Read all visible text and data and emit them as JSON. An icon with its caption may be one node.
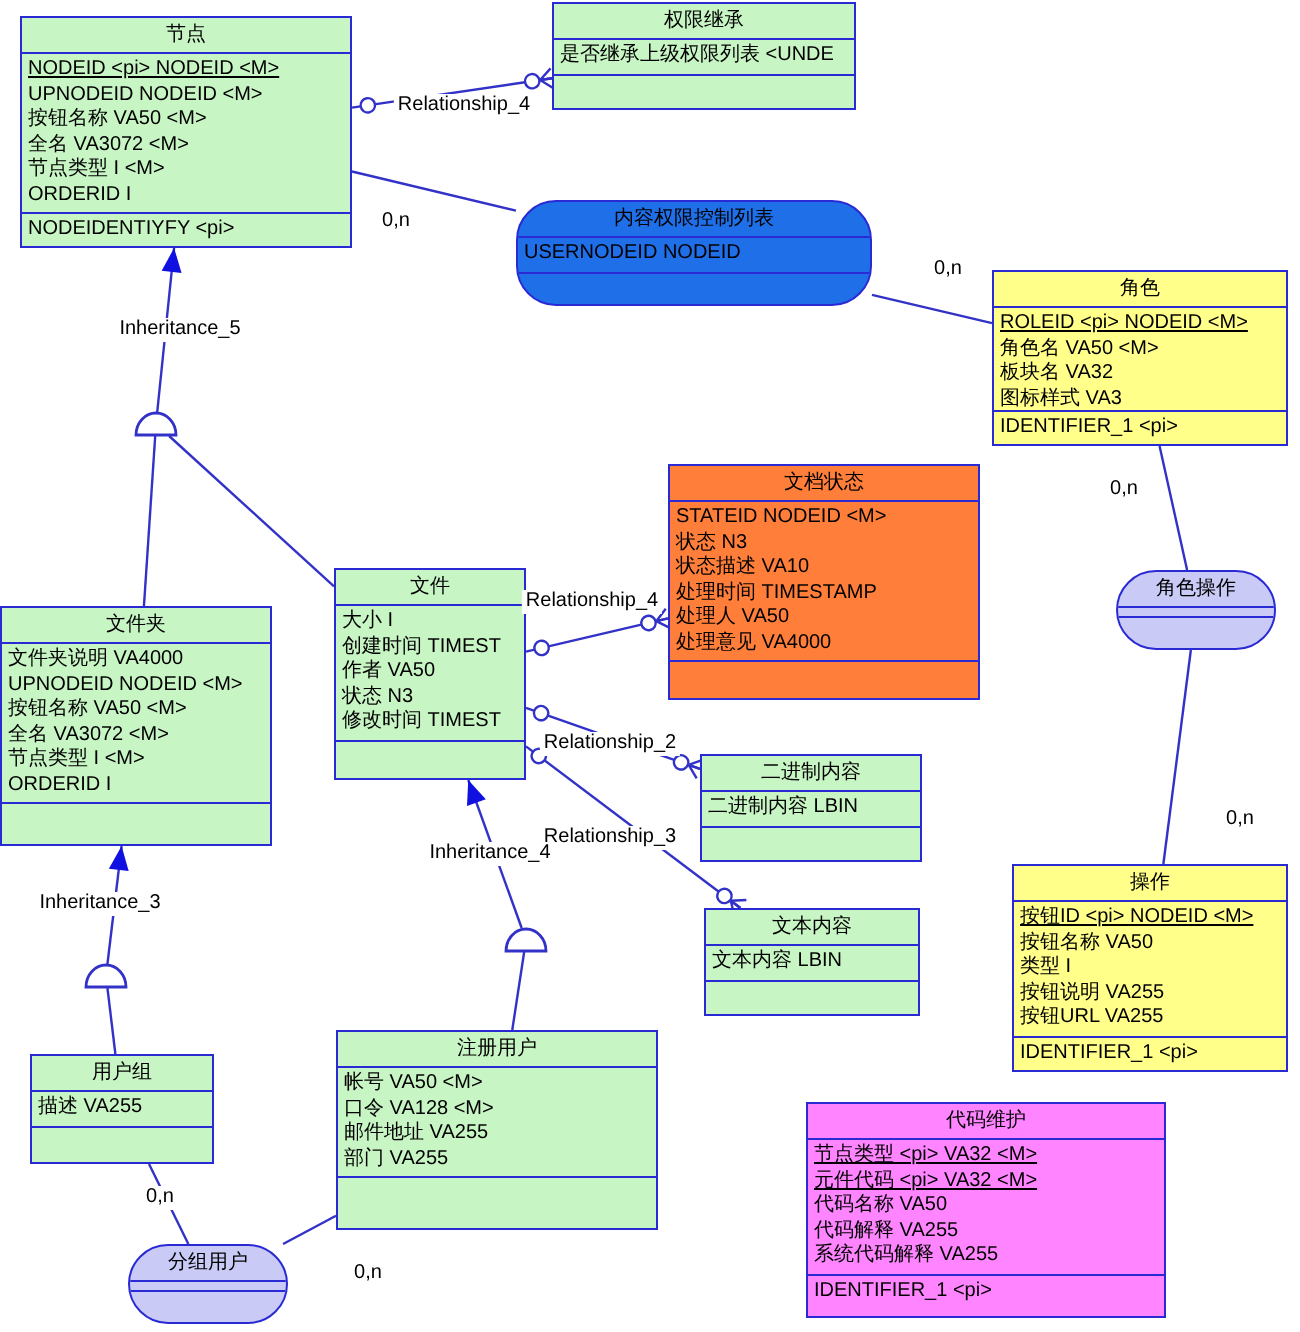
{
  "diagram": {
    "nodes": [
      {
        "text": [
          "节点",
          "NODEID <pi> NODEID <M>",
          "UPNODEID NODEID <M>",
          "按钮名称 VA50 <M>",
          "全名 VA3072 <M>",
          "节点类型 I <M>",
          "ORDERID I",
          "NODEIDENTIYFY <pi>"
        ]
      },
      {
        "text": [
          "权限继承",
          "是否继承上级权限列表 <UNDE"
        ]
      },
      {
        "text": [
          "内容权限控制列表",
          "USERNODEID NODEID"
        ]
      },
      {
        "text": [
          "角色",
          "ROLEID <pi> NODEID <M>",
          "角色名 VA50 <M>",
          "板块名 VA32",
          "图标样式 VA3",
          "IDENTIFIER_1 <pi>"
        ]
      },
      {
        "text": [],
        "shape": "semicircle"
      },
      {
        "text": [
          "文档状态",
          "STATEID NODEID <M>",
          "状态 N3",
          "状态描述 VA10",
          "处理时间 TIMESTAMP",
          "处理人 VA50",
          "处理意见 VA4000"
        ]
      },
      {
        "text": [
          "文件",
          "大小 I",
          "创建时间 TIMEST",
          "作者 VA50",
          "状态 N3",
          "修改时间 TIMEST"
        ]
      },
      {
        "text": [
          "文件夹",
          "文件夹说明 VA4000",
          "UPNODEID NODEID <M>",
          "按钮名称 VA50 <M>",
          "全名 VA3072 <M>",
          "节点类型 I <M>",
          "ORDERID I"
        ]
      },
      {
        "text": [
          "角色操作"
        ]
      },
      {
        "text": [
          "二进制内容",
          "二进制内容 LBIN"
        ]
      },
      {
        "text": [
          "操作",
          "按钮ID <pi> NODEID <M>",
          "按钮名称 VA50",
          "类型 I",
          "按钮说明 VA255",
          "按钮URL VA255",
          "IDENTIFIER_1 <pi>"
        ]
      },
      {
        "text": [
          "文本内容",
          "文本内容 LBIN"
        ]
      },
      {
        "text": [],
        "shape": "semicircle"
      },
      {
        "text": [],
        "shape": "semicircle"
      },
      {
        "text": [
          "用户组",
          "描述 VA255"
        ]
      },
      {
        "text": [
          "注册用户",
          "帐号 VA50 <M>",
          "口令 VA128 <M>",
          "邮件地址 VA255",
          "部门 VA255"
        ]
      },
      {
        "text": [
          "代码维护",
          "节点类型 <pi> VA32 <M>",
          "元件代码 <pi> VA32 <M>",
          "代码名称 VA50",
          "代码解释 VA255",
          "系统代码解释 VA255",
          "IDENTIFIER_1 <pi>"
        ]
      },
      {
        "text": [
          "分组用户"
        ]
      }
    ],
    "edges": [
      {
        "from": 0,
        "to": 1,
        "arrow": "other",
        "label": "Relationship_4"
      },
      {
        "from": 0,
        "to": 2,
        "arrow": "none",
        "label": "0,n"
      },
      {
        "from": 2,
        "to": 3,
        "arrow": "none",
        "label": "0,n"
      },
      {
        "from": 4,
        "to": 0,
        "arrow": "to",
        "label": "Inheritance_5"
      },
      {
        "from": 7,
        "to": 4,
        "arrow": "none"
      },
      {
        "from": 6,
        "to": 4,
        "arrow": "none"
      },
      {
        "from": 6,
        "to": 5,
        "arrow": "other",
        "label": "Relationship_4"
      },
      {
        "from": 6,
        "to": 9,
        "arrow": "other",
        "label": "Relationship_2"
      },
      {
        "from": 6,
        "to": 11,
        "arrow": "other",
        "label": "Relationship_3"
      },
      {
        "from": 3,
        "to": 8,
        "arrow": "none",
        "label": "0,n"
      },
      {
        "from": 8,
        "to": 10,
        "arrow": "none",
        "label": "0,n"
      },
      {
        "from": 12,
        "to": 7,
        "arrow": "to",
        "label": "Inheritance_3"
      },
      {
        "from": 14,
        "to": 12,
        "arrow": "none"
      },
      {
        "from": 13,
        "to": 6,
        "arrow": "to",
        "label": "Inheritance_4"
      },
      {
        "from": 15,
        "to": 13,
        "arrow": "none"
      },
      {
        "from": 14,
        "to": 17,
        "arrow": "none",
        "label": "0,n"
      },
      {
        "from": 17,
        "to": 15,
        "arrow": "none",
        "label": "0,n"
      }
    ]
  }
}
